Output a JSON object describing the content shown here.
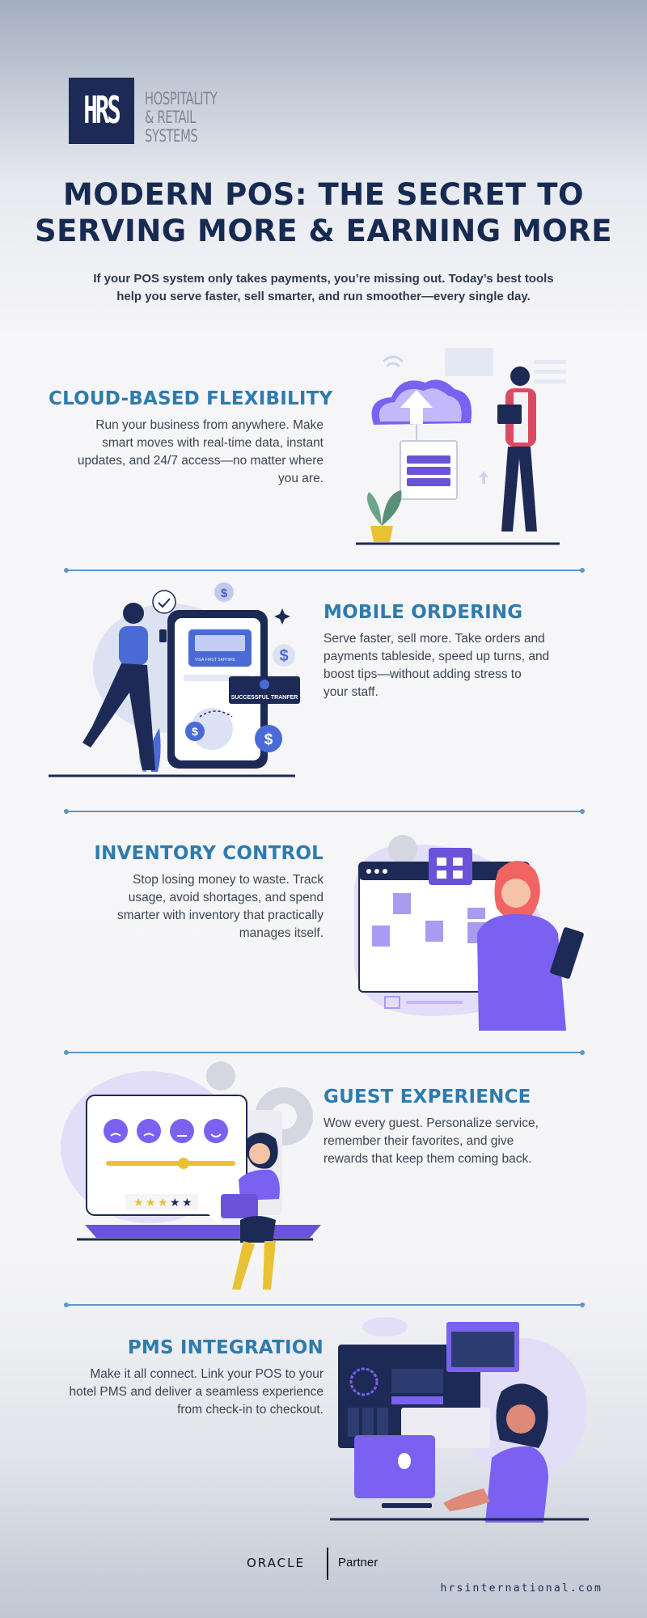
{
  "brand": {
    "logo_mark": "HRS",
    "name_line1": "HOSPITALITY",
    "name_line2": "& RETAIL SYSTEMS"
  },
  "header": {
    "title_line1": "MODERN POS: THE SECRET TO",
    "title_line2": "SERVING MORE & EARNING MORE",
    "subtitle_line1": "If your POS system only takes payments, you’re missing out. Today’s best tools",
    "subtitle_line2": "help you serve faster, sell smarter, and run smoother—every single day."
  },
  "sections": [
    {
      "title": "CLOUD-BASED FLEXIBILITY",
      "body_lines": [
        "Run your business from anywhere. Make",
        "smart moves with real-time data, instant",
        "updates, and 24/7 access—no matter where",
        "you are."
      ]
    },
    {
      "title": "MOBILE ORDERING",
      "body_lines": [
        "Serve faster, sell more. Take orders and",
        "payments tableside, speed up turns, and",
        "boost tips—without adding stress to",
        "your staff."
      ],
      "illustration_text": {
        "card_label": "VISA FIRST  SAPHIRE",
        "transfer_label": "SUCCESSFUL TRANFER",
        "currency_symbol": "$"
      }
    },
    {
      "title": "INVENTORY CONTROL",
      "body_lines": [
        "Stop losing money to waste. Track",
        "usage, avoid shortages, and spend",
        "smarter with inventory that practically",
        "manages itself."
      ]
    },
    {
      "title": "GUEST EXPERIENCE",
      "body_lines": [
        "Wow every guest. Personalize service,",
        "remember their favorites, and give",
        "rewards that keep them coming back."
      ],
      "rating": {
        "filled": 3,
        "total": 5
      }
    },
    {
      "title": "PMS INTEGRATION",
      "body_lines": [
        "Make it all connect. Link your POS to your",
        "hotel PMS and deliver a seamless experience",
        "from check-in to checkout."
      ]
    }
  ],
  "footer": {
    "partner_logo": "ORACLE",
    "partner_label": "Partner",
    "website": "hrsinternational.com"
  },
  "colors": {
    "navy": "#1c2a55",
    "section_title_blue": "#2e7bae",
    "accent_purple": "#7b61f0",
    "divider_blue": "#5f96c5"
  }
}
